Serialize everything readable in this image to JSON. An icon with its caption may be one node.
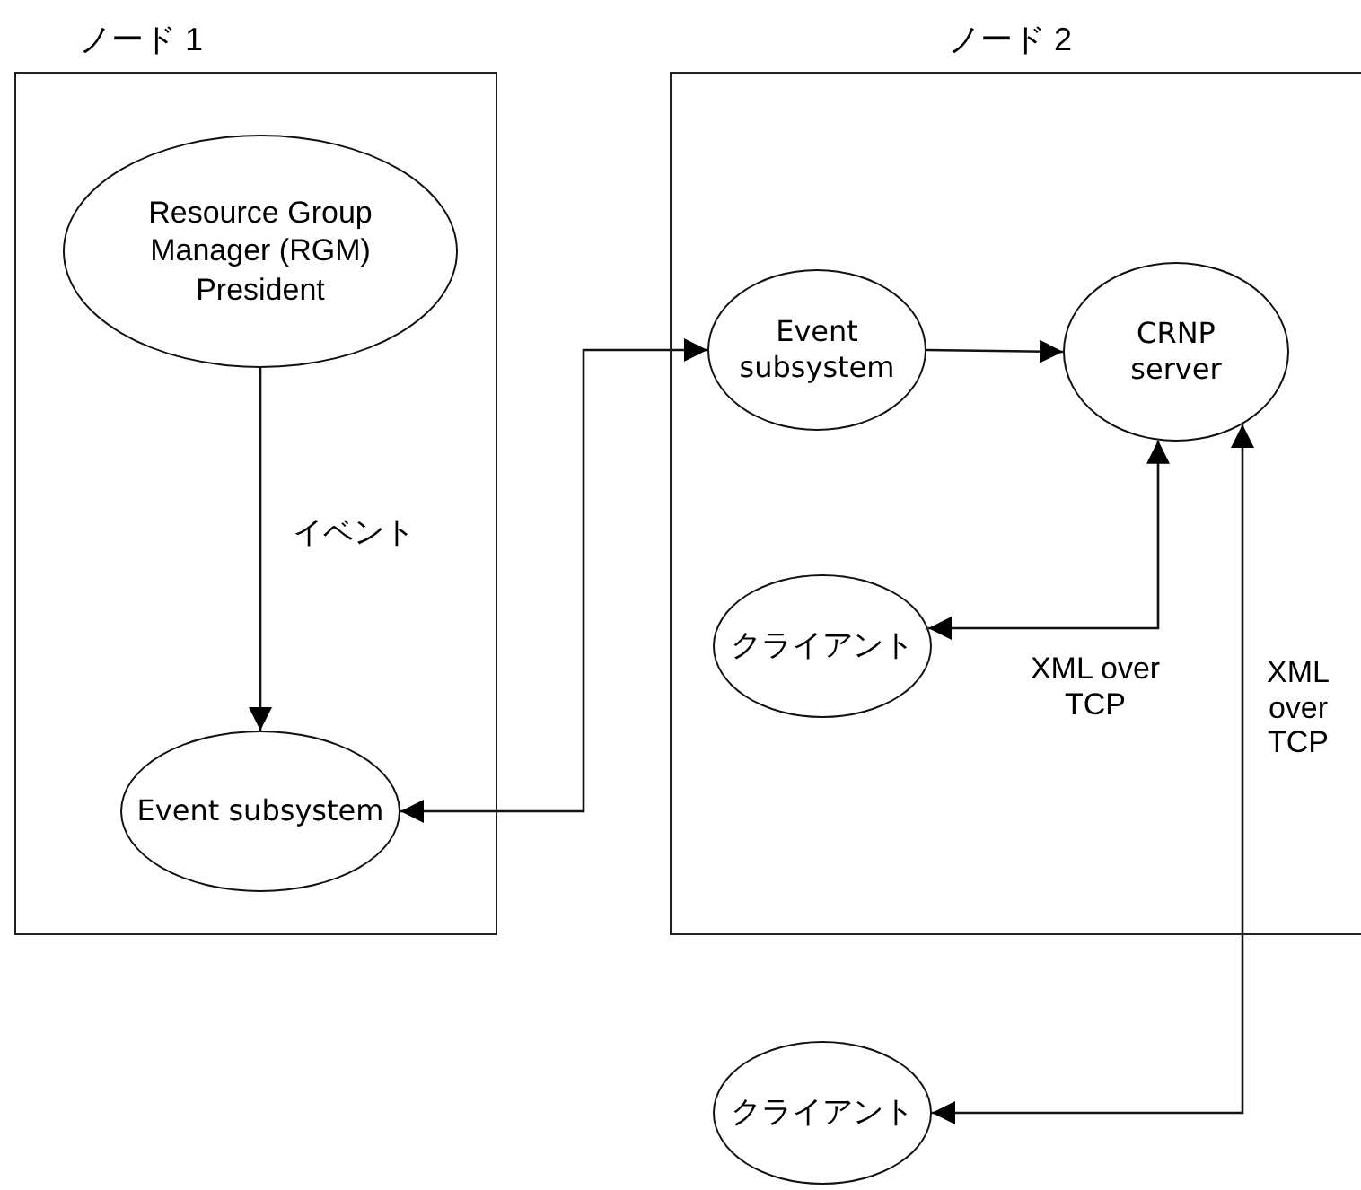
{
  "diagram": {
    "nodes": [
      {
        "text": [
          "ノード 1"
        ]
      },
      {
        "text": [
          "Resource Group Manager (RGM) President"
        ],
        "in": 0
      },
      {
        "text": [
          "Event subsystem"
        ],
        "in": 0
      },
      {
        "text": [
          "ノード 2"
        ]
      },
      {
        "text": [
          "Event subsystem"
        ],
        "in": 3
      },
      {
        "text": [
          "CRNP server"
        ],
        "in": 3
      },
      {
        "text": [
          "クライアント"
        ],
        "in": 3
      },
      {
        "text": [
          "クライアント"
        ]
      }
    ],
    "edges": [
      {
        "from": 1,
        "to": 2,
        "arrow": "to",
        "label": "イベント"
      },
      {
        "from": 2,
        "to": 4,
        "arrow": "both"
      },
      {
        "from": 4,
        "to": 5,
        "arrow": "to"
      },
      {
        "from": 5,
        "to": 6,
        "arrow": "both",
        "label": "XML over TCP"
      },
      {
        "from": 5,
        "to": 7,
        "arrow": "both",
        "label": "XML over TCP"
      }
    ]
  }
}
